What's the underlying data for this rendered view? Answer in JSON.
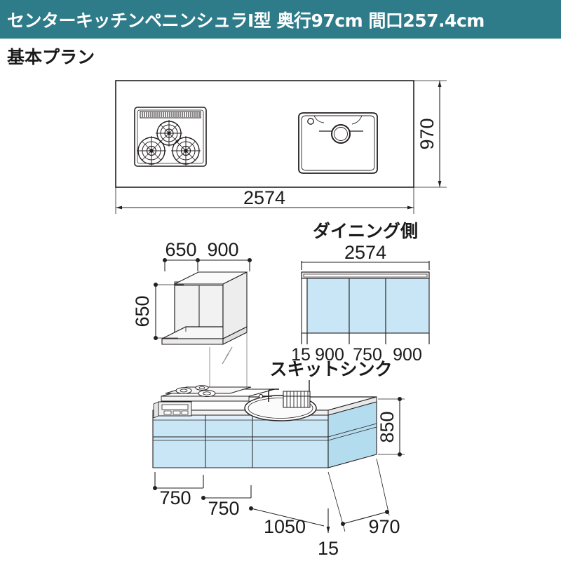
{
  "header": {
    "title": "センターキッチンペニンシュラI型 奥行97cm 間口257.4cm",
    "bg_color": "#2e7b89",
    "text_color": "#ffffff"
  },
  "subtitle": "基本プラン",
  "colors": {
    "cabinet_blue": "#c8e6f5",
    "cabinet_blue_dark": "#b4dcef",
    "counter_white": "#ffffff",
    "counter_gray": "#e8e8e8",
    "line": "#231f20",
    "header_teal": "#2e7b89"
  },
  "plan_view": {
    "name": "top-plan-view",
    "width_label": "2574",
    "depth_label": "970",
    "features": [
      "cooktop-3-burner",
      "sink-basin"
    ]
  },
  "hood_view": {
    "name": "range-hood-elevation",
    "dim_left": "650",
    "dim_right": "900",
    "dim_height": "650"
  },
  "dining_elevation": {
    "name": "dining-side-elevation",
    "label": "ダイニング側",
    "total_width": "2574",
    "panel_dims": [
      "15",
      "900",
      "750",
      "900"
    ]
  },
  "iso_view": {
    "name": "isometric-kitchen-view",
    "sink_label": "スキットシンク",
    "height_label": "850",
    "depth_label": "970",
    "bottom_dims": [
      "750",
      "750",
      "1050",
      "15"
    ]
  }
}
